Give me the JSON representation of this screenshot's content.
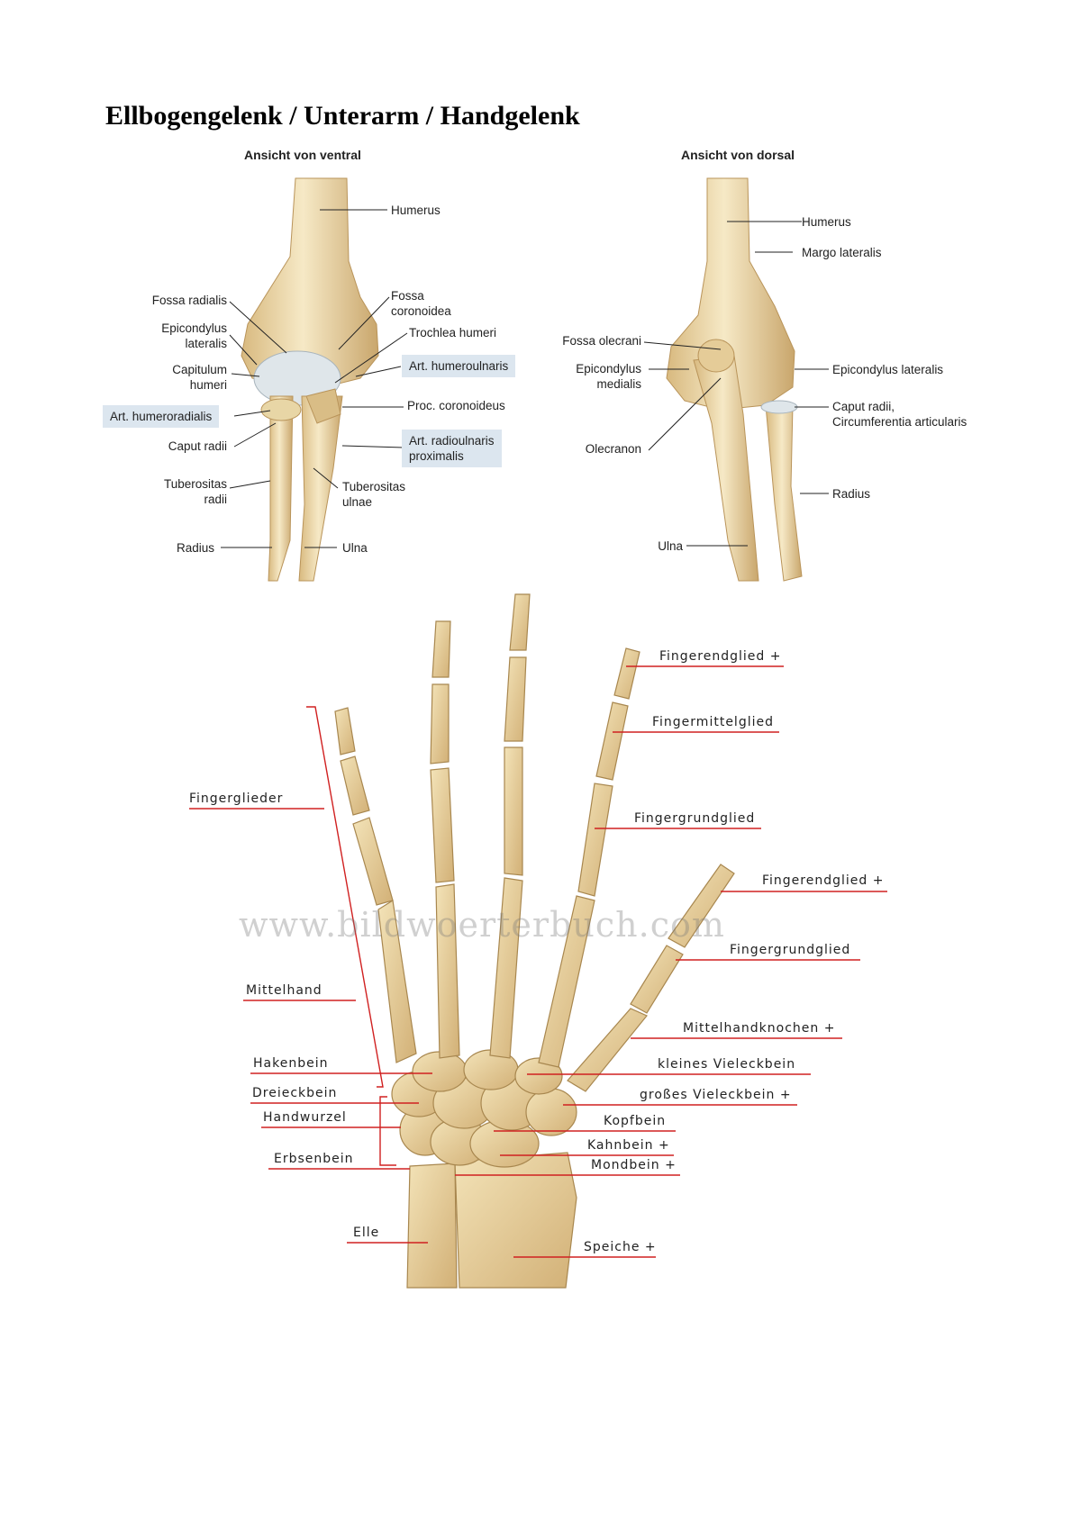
{
  "page": {
    "title": "Ellbogengelenk / Unterarm / Handgelenk"
  },
  "ventral_view": {
    "title": "Ansicht von ventral",
    "labels": {
      "humerus": "Humerus",
      "fossa_radialis": "Fossa radialis",
      "fossa_coronoidea_1": "Fossa",
      "fossa_coronoidea_2": "coronoidea",
      "epicondylus_1": "Epicondylus",
      "epicondylus_2": "lateralis",
      "trochlea": "Trochlea humeri",
      "capitulum_1": "Capitulum",
      "capitulum_2": "humeri",
      "art_humeroulnaris": "Art. humeroulnaris",
      "art_humeroradialis": "Art. humeroradialis",
      "proc_coronoideus": "Proc. coronoideus",
      "caput_radii": "Caput radii",
      "art_radioulnaris_1": "Art. radioulnaris",
      "art_radioulnaris_2": "proximalis",
      "tuberositas_radii_1": "Tuberositas",
      "tuberositas_radii_2": "radii",
      "tuberositas_ulnae_1": "Tuberositas",
      "tuberositas_ulnae_2": "ulnae",
      "radius": "Radius",
      "ulna": "Ulna"
    }
  },
  "dorsal_view": {
    "title": "Ansicht von dorsal",
    "labels": {
      "humerus": "Humerus",
      "margo_lateralis": "Margo lateralis",
      "fossa_olecrani": "Fossa olecrani",
      "epicondylus_medialis_1": "Epicondylus",
      "epicondylus_medialis_2": "medialis",
      "epicondylus_lateralis": "Epicondylus lateralis",
      "caput_radii_1": "Caput radii,",
      "caput_radii_2": "Circumferentia articularis",
      "olecranon": "Olecranon",
      "radius": "Radius",
      "ulna": "Ulna"
    }
  },
  "hand": {
    "watermark": "www.bildwoerterbuch.com",
    "labels": {
      "fingerendglied_1": "Fingerendglied +",
      "fingermittelglied": "Fingermittelglied",
      "fingerglieder": "Fingerglieder",
      "fingergrundglied_1": "Fingergrundglied",
      "fingerendglied_2": "Fingerendglied +",
      "fingergrundglied_2": "Fingergrundglied",
      "mittelhand": "Mittelhand",
      "mittelhandknochen": "Mittelhandknochen +",
      "hakenbein": "Hakenbein",
      "kleines_vieleckbein": "kleines Vieleckbein",
      "dreieckbein": "Dreieckbein",
      "grosses_vieleckbein": "großes Vieleckbein +",
      "handwurzel": "Handwurzel",
      "kopfbein": "Kopfbein",
      "kahnbein": "Kahnbein +",
      "erbsenbein": "Erbsenbein",
      "mondbein": "Mondbein +",
      "elle": "Elle",
      "speiche": "Speiche +"
    }
  },
  "colors": {
    "bone": "#eedcae",
    "bone_shadow": "#c9a66c",
    "cartilage": "#dfe6ea",
    "leader_red": "#d02020",
    "highlight": "#dce6ef"
  }
}
